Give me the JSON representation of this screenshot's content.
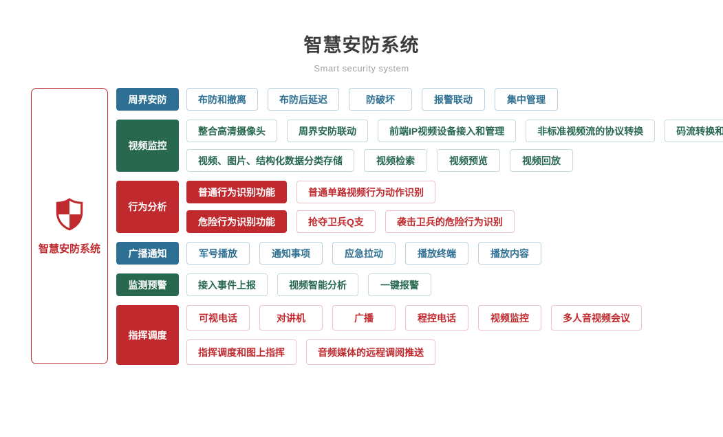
{
  "header": {
    "title": "智慧安防系统",
    "subtitle": "Smart security system"
  },
  "root": {
    "label": "智慧安防系统",
    "icon": "shield-icon"
  },
  "palette": {
    "blue": {
      "fill": "#2e7093",
      "line": "#b9d3e0"
    },
    "green": {
      "fill": "#27684f",
      "line": "#c3ddd2"
    },
    "red": {
      "fill": "#c02a2e",
      "line": "#ecc4c5"
    }
  },
  "categories": [
    {
      "label": "周界安防",
      "color": "blue",
      "lines": [
        [
          {
            "label": "布防和撤离"
          },
          {
            "label": "布防后延迟"
          },
          {
            "label": "防破坏"
          },
          {
            "label": "报警联动"
          },
          {
            "label": "集中管理"
          }
        ]
      ]
    },
    {
      "label": "视频监控",
      "color": "green",
      "lines": [
        [
          {
            "label": "整合高清摄像头"
          },
          {
            "label": "周界安防联动"
          },
          {
            "label": "前端IP视频设备接入和管理"
          },
          {
            "label": "非标准视频流的协议转换"
          },
          {
            "label": "码流转换和接口转换"
          }
        ],
        [
          {
            "label": "视频、图片、结构化数据分类存储"
          },
          {
            "label": "视频检索"
          },
          {
            "label": "视频预览"
          },
          {
            "label": "视频回放"
          }
        ]
      ]
    },
    {
      "label": "行为分析",
      "color": "red",
      "lines": [
        [
          {
            "label": "普通行为识别功能",
            "variant": "filled"
          },
          {
            "label": "普通单路视频行为动作识别"
          }
        ],
        [
          {
            "label": "危险行为识别功能",
            "variant": "filled"
          },
          {
            "label": "抢夺卫兵Q支"
          },
          {
            "label": "袭击卫兵的危险行为识别"
          }
        ]
      ]
    },
    {
      "label": "广播通知",
      "color": "blue",
      "lines": [
        [
          {
            "label": "军号播放"
          },
          {
            "label": "通知事项"
          },
          {
            "label": "应急拉动"
          },
          {
            "label": "播放终端"
          },
          {
            "label": "播放内容"
          }
        ]
      ]
    },
    {
      "label": "监测预警",
      "color": "green",
      "lines": [
        [
          {
            "label": "接入事件上报"
          },
          {
            "label": "视频智能分析"
          },
          {
            "label": "一键报警"
          }
        ]
      ]
    },
    {
      "label": "指挥调度",
      "color": "red",
      "tall": true,
      "lines": [
        [
          {
            "label": "可视电话"
          },
          {
            "label": "对讲机"
          },
          {
            "label": "广播"
          },
          {
            "label": "程控电话"
          },
          {
            "label": "视频监控"
          },
          {
            "label": "多人音视频会议"
          }
        ],
        [
          {
            "label": "指挥调度和图上指挥"
          },
          {
            "label": "音频媒体的远程调阅推送"
          }
        ]
      ]
    }
  ]
}
